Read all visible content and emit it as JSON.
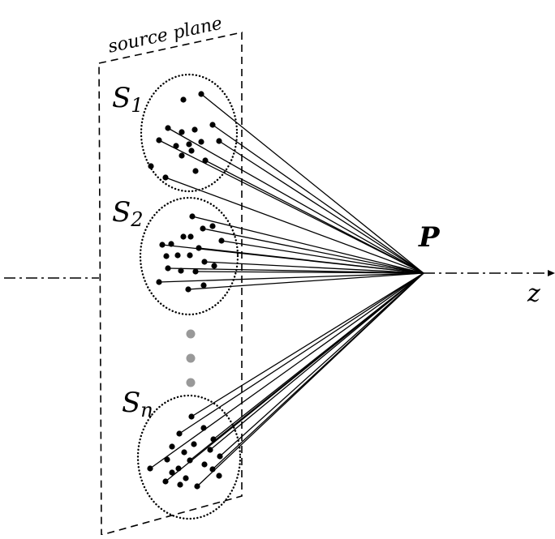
{
  "plane_label": "source plane",
  "point_label": "P",
  "axis_label": "z",
  "groups": [
    {
      "name": "S",
      "sub": "1"
    },
    {
      "name": "S",
      "sub": "2"
    },
    {
      "name": "S",
      "sub": "n"
    }
  ],
  "colors": {
    "ink": "#000000",
    "ellipsis_dots": "#999999",
    "background": "#ffffff"
  }
}
